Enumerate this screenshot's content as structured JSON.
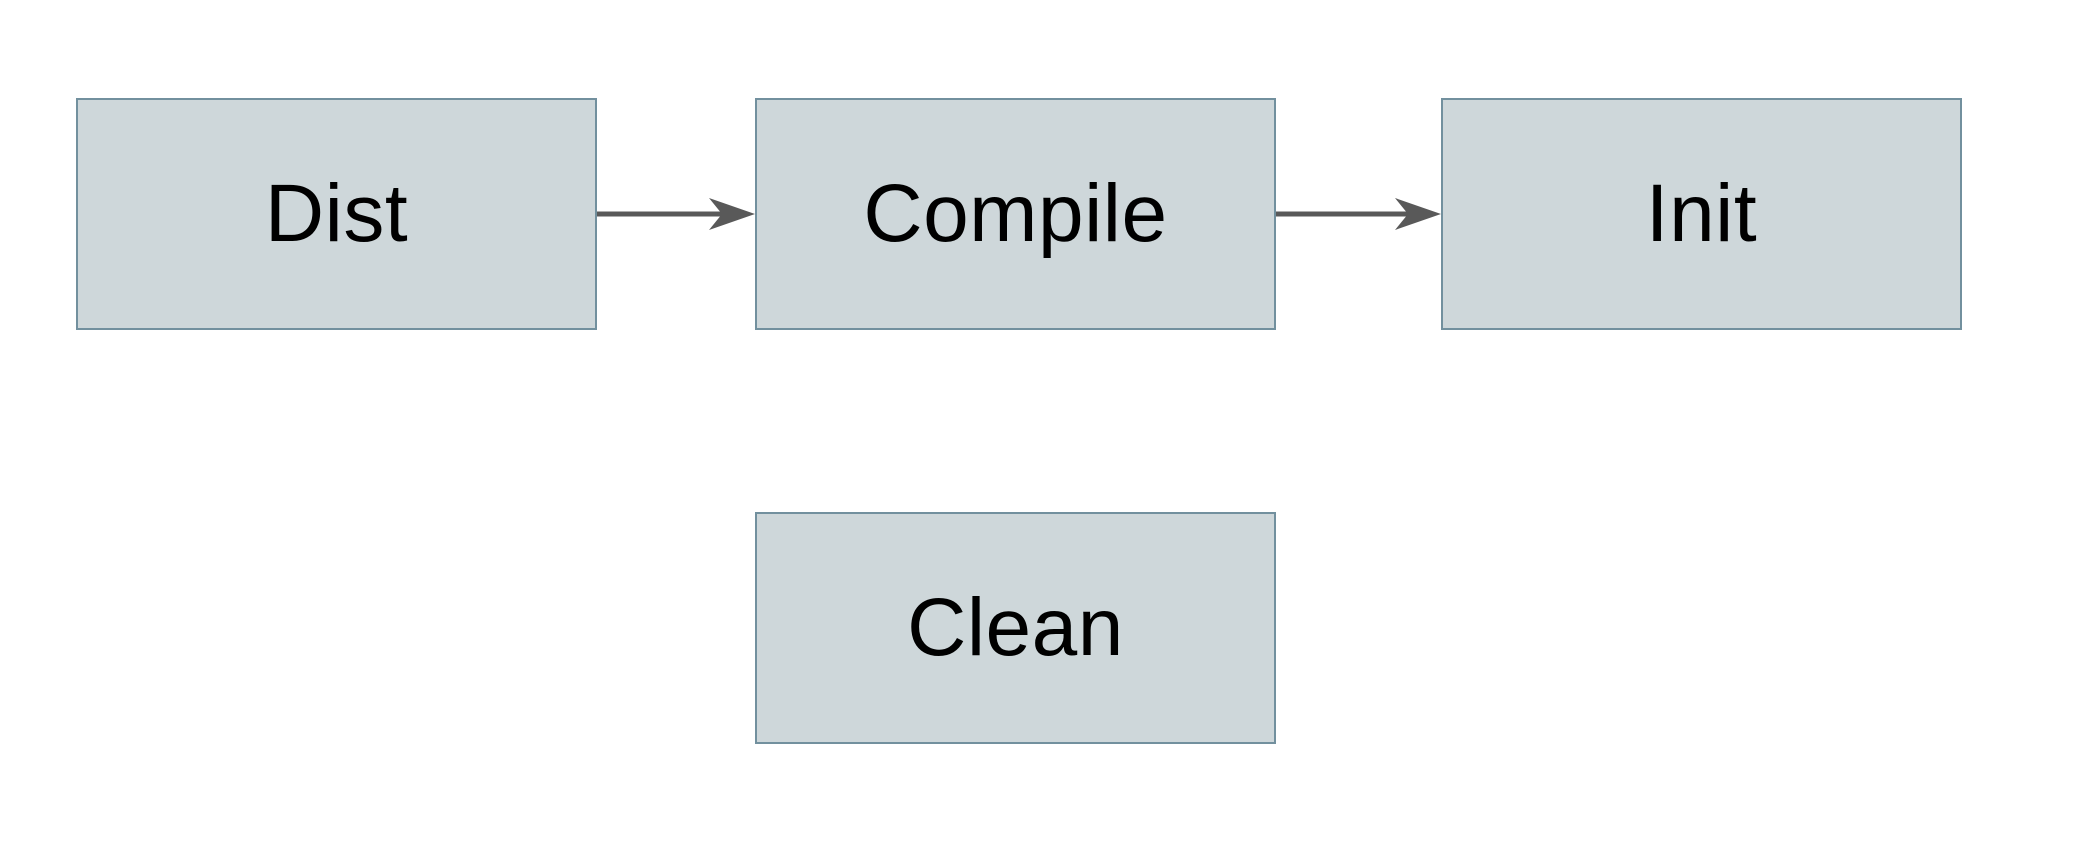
{
  "diagram": {
    "type": "flowchart",
    "nodes": [
      {
        "id": "dist",
        "label": "Dist"
      },
      {
        "id": "compile",
        "label": "Compile"
      },
      {
        "id": "init",
        "label": "Init"
      },
      {
        "id": "clean",
        "label": "Clean"
      }
    ],
    "edges": [
      {
        "from": "Dist",
        "to": "Compile",
        "direction": "right"
      },
      {
        "from": "Compile",
        "to": "Init",
        "direction": "right"
      }
    ]
  },
  "colors": {
    "background": "#ffffff",
    "node_fill": "#ced7da",
    "node_border": "#72909e",
    "arrow": "#595959",
    "text": "#000000"
  }
}
